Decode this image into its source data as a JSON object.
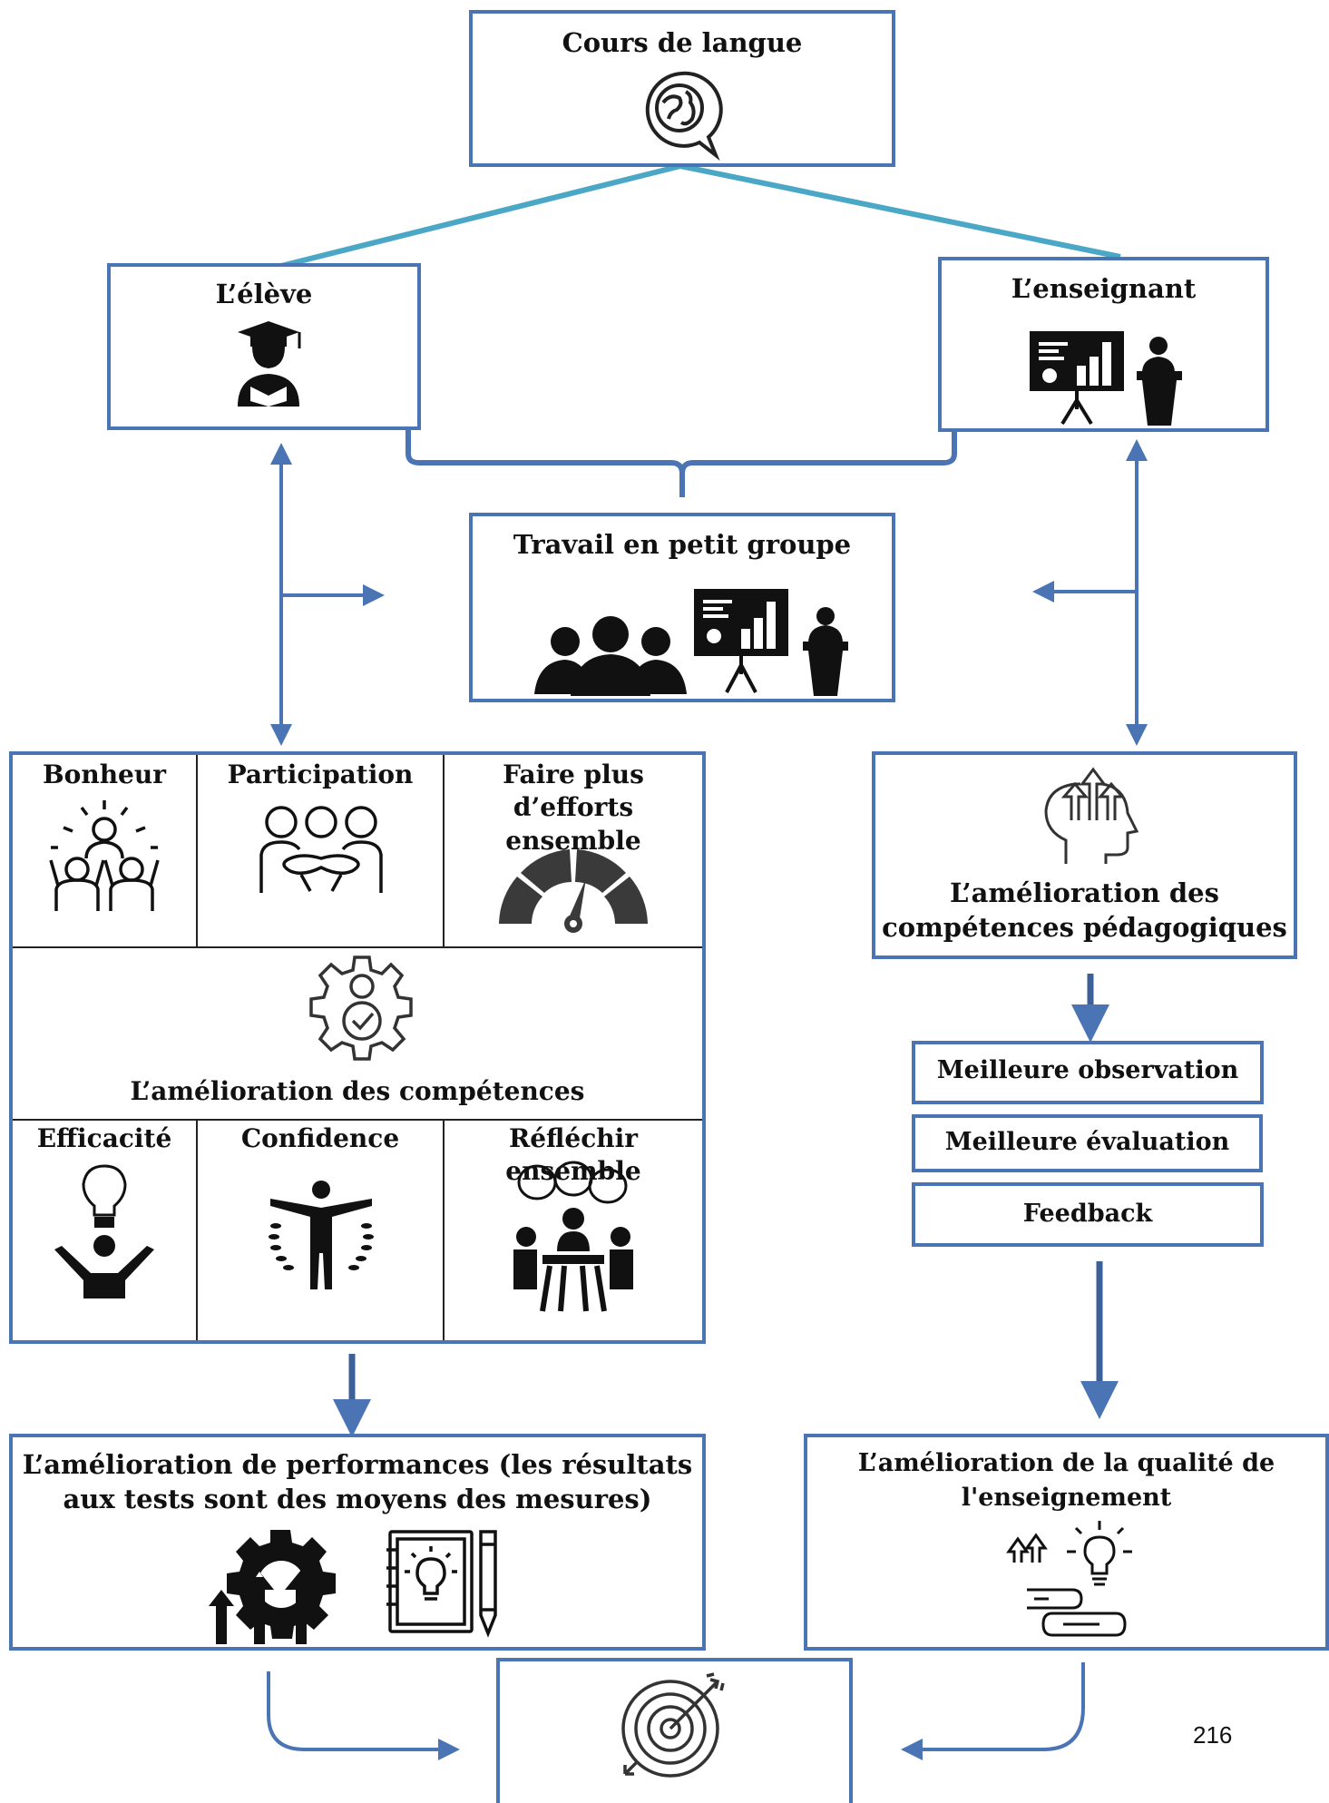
{
  "nodes": {
    "course": {
      "title": "Cours de langue",
      "icon": "globe-speech-icon"
    },
    "student": {
      "title": "L’élève",
      "icon": "graduate-student-icon"
    },
    "teacher": {
      "title": "L’enseignant",
      "icon": "presentation-board-speaker-icon"
    },
    "group_work": {
      "title": "Travail en petit groupe",
      "icons": [
        "group-people-icon",
        "presentation-board-icon",
        "speaker-podium-icon"
      ]
    },
    "skills_grid": {
      "top": [
        {
          "title": "Bonheur",
          "icon": "happy-people-icon"
        },
        {
          "title": "Participation",
          "icon": "people-hugging-icon"
        },
        {
          "title": "Faire plus d’efforts ensemble",
          "icon": "speedometer-gauge-icon"
        }
      ],
      "center": {
        "title": "L’amélioration des compétences",
        "icon": "gear-person-check-icon"
      },
      "bottom": [
        {
          "title": "Efficacité",
          "icon": "person-lightbulb-icon"
        },
        {
          "title": "Confidence",
          "icon": "person-laurel-icon"
        },
        {
          "title": "Réfléchir ensemble",
          "icon": "team-discussion-icon"
        }
      ]
    },
    "teaching_skills": {
      "title_line1": "L’amélioration des",
      "title_line2": "compétences pédagogiques",
      "icon": "head-arrows-up-icon"
    },
    "observation": {
      "title": "Meilleure observation"
    },
    "evaluation": {
      "title": "Meilleure évaluation"
    },
    "feedback": {
      "title": "Feedback"
    },
    "performance": {
      "title_line1": "L’amélioration de performances (les résultats",
      "title_line2": "aux tests sont des moyens des mesures)",
      "icons": [
        "gear-arrows-growth-icon",
        "notebook-lightbulb-pen-icon"
      ]
    },
    "teaching_quality": {
      "title_line1": "L’amélioration de la qualité de",
      "title_line2": "l'enseignement",
      "icon": "books-lightbulb-arrows-icon"
    },
    "target": {
      "icon": "target-arrow-icon"
    }
  },
  "colors": {
    "box_border": "#4a74b4",
    "connector_teal": "#4aa7c6",
    "arrow": "#3e6099"
  },
  "page_number": "216"
}
